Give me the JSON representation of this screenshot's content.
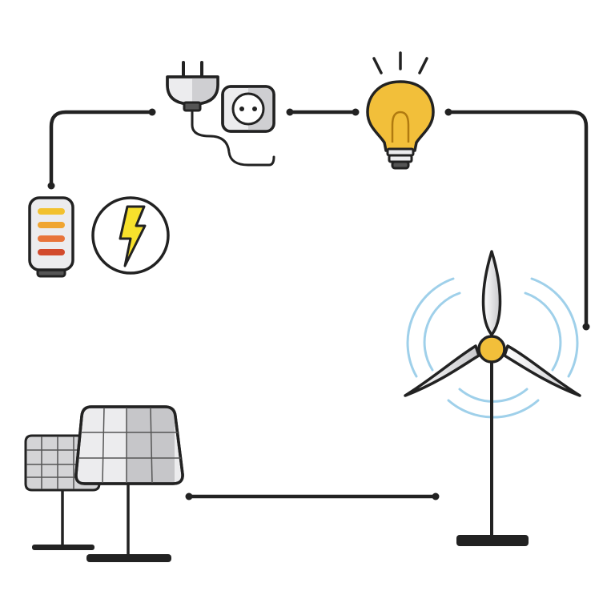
{
  "diagram": {
    "components": [
      {
        "id": "battery",
        "icon": "battery-icon"
      },
      {
        "id": "lightning",
        "icon": "lightning-bolt-icon"
      },
      {
        "id": "plug",
        "icon": "power-plug-icon"
      },
      {
        "id": "socket",
        "icon": "wall-socket-icon"
      },
      {
        "id": "bulb",
        "icon": "light-bulb-icon"
      },
      {
        "id": "turbine",
        "icon": "wind-turbine-icon"
      },
      {
        "id": "solar-small",
        "icon": "solar-panel-icon"
      },
      {
        "id": "solar-large",
        "icon": "solar-panel-icon"
      }
    ],
    "connectors": [
      {
        "from": "battery",
        "to": "plug"
      },
      {
        "from": "socket",
        "to": "bulb"
      },
      {
        "from": "bulb",
        "to": "turbine"
      },
      {
        "from": "solar-large",
        "to": "turbine"
      }
    ]
  },
  "colors": {
    "outline": "#222222",
    "battery_level_1": "#f2c12e",
    "battery_level_2": "#f0a530",
    "battery_level_3": "#e8743a",
    "battery_level_4": "#d24a2c",
    "bulb_yellow": "#f2bf3a",
    "bolt_yellow": "#f7e12c",
    "panel_grey": "#d4d4d6",
    "wind_waves": "#9fd0ea",
    "hub_yellow": "#f2bf3a"
  }
}
